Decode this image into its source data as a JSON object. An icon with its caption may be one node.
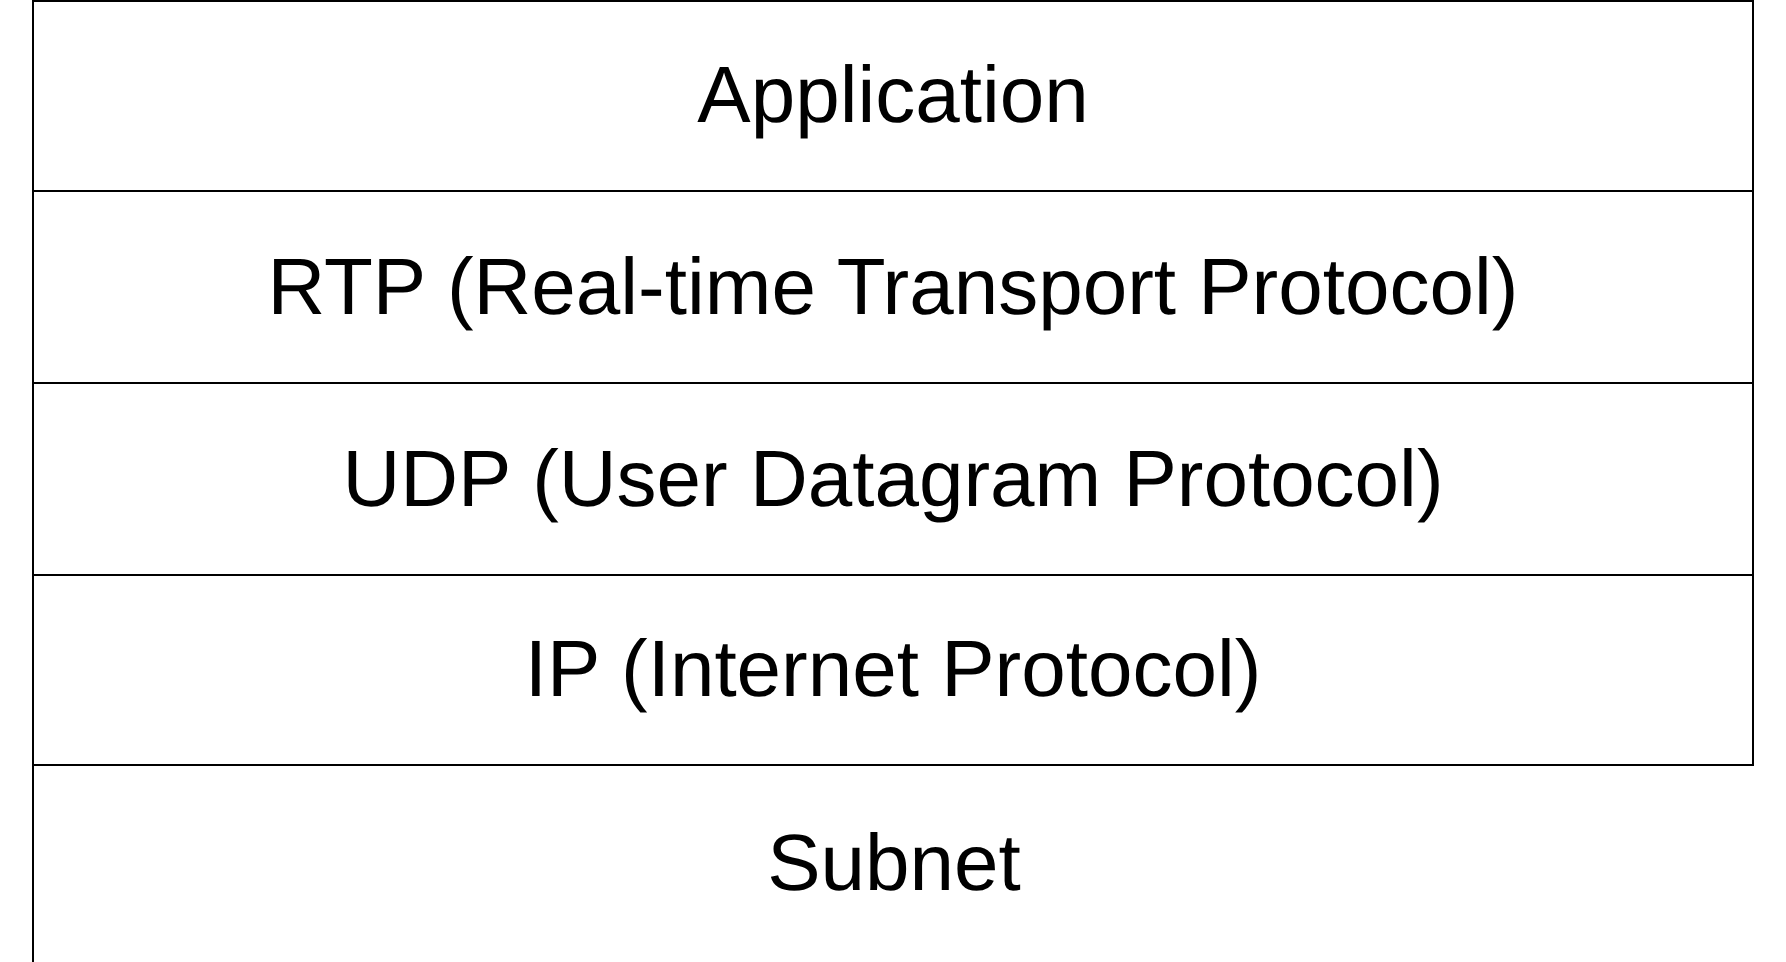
{
  "diagram": {
    "nodes": [
      {
        "text": [
          "Application"
        ]
      },
      {
        "text": [
          "RTP (Real-time Transport Protocol)"
        ]
      },
      {
        "text": [
          "UDP (User Datagram Protocol)"
        ]
      },
      {
        "text": [
          "IP (Internet Protocol)"
        ]
      },
      {
        "text": [
          "Subnet"
        ]
      }
    ]
  }
}
